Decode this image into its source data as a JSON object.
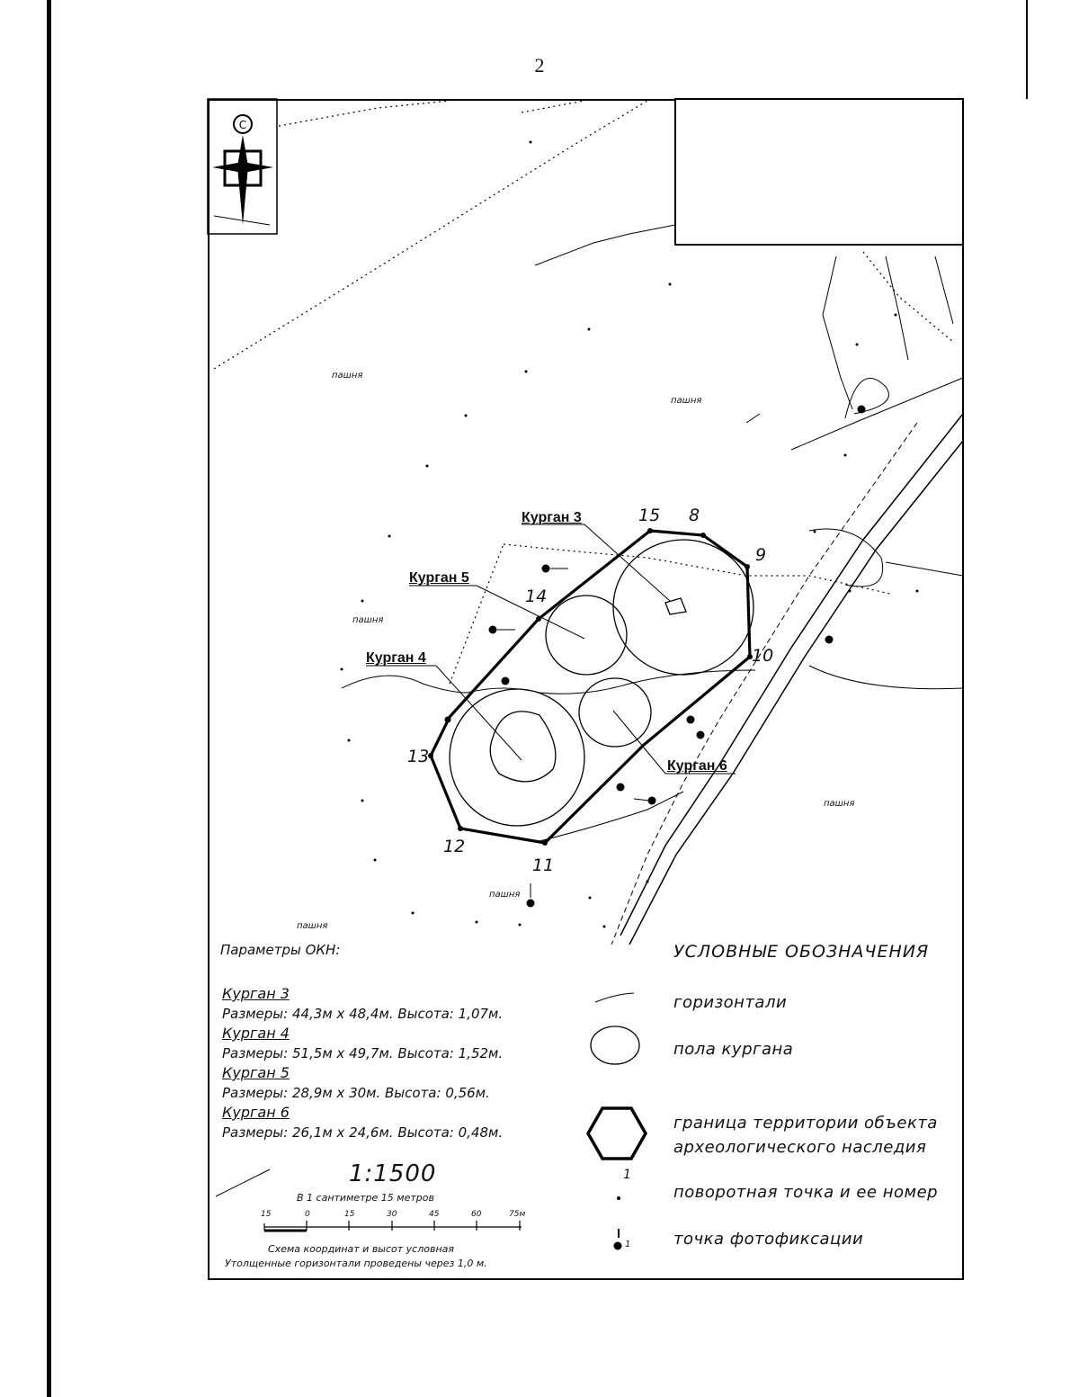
{
  "page_number": "2",
  "map": {
    "kurgan_labels": [
      "Курган 3",
      "Курган 5",
      "Курган 4",
      "Курган 6"
    ],
    "boundary_points": [
      "15",
      "8",
      "9",
      "10",
      "11",
      "12",
      "13",
      "14"
    ],
    "field_labels": [
      "пашня",
      "пашня",
      "пашня",
      "пашня",
      "пашня",
      "пашня"
    ]
  },
  "params": {
    "title": "Параметры ОКН:",
    "items": [
      {
        "name": "Курган 3",
        "dims": "Размеры: 44,3м х 48,4м. Высота: 1,07м."
      },
      {
        "name": "Курган 4",
        "dims": "Размеры: 51,5м х 49,7м. Высота: 1,52м."
      },
      {
        "name": "Курган 5",
        "dims": "Размеры: 28,9м х 30м. Высота: 0,56м."
      },
      {
        "name": "Курган 6",
        "dims": "Размеры: 26,1м х 24,6м. Высота: 0,48м."
      }
    ]
  },
  "scale": {
    "ratio": "1:1500",
    "subtitle": "В 1 сантиметре 15 метров",
    "ticks": [
      "15",
      "0",
      "15",
      "30",
      "45",
      "60",
      "75м"
    ],
    "note1": "Схема координат и высот условная",
    "note2": "Утолщенные горизонтали проведены через 1,0 м."
  },
  "legend": {
    "title": "УСЛОВНЫЕ ОБОЗНАЧЕНИЯ",
    "contours": "горизонтали",
    "mound_base": "пола кургана",
    "boundary_line1": "граница территории объекта",
    "boundary_line2": "археологического наследия",
    "turning_point": "поворотная точка и ее номер",
    "turning_point_sample": "1",
    "photo_point": "точка фотофиксации",
    "photo_point_sample": "1"
  }
}
